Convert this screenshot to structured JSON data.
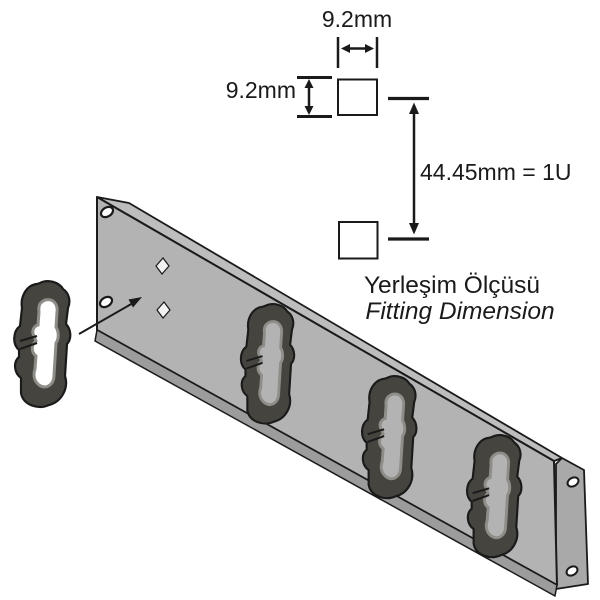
{
  "title": "Cable management rack panel — fitting dimension diagram",
  "labels": {
    "dim_width": "9.2mm",
    "dim_height": "9.2mm",
    "dim_unit": "44.45mm = 1U",
    "caption_tr": "Yerleşim Ölçüsü",
    "caption_en": "Fitting Dimension"
  },
  "colors": {
    "background": "#ffffff",
    "line": "#1a1a1a",
    "text": "#1a1a1a",
    "panel_face": "#b3b3b3",
    "panel_edge_top": "#bdbdbd",
    "panel_back": "#a9a9a9",
    "panel_hem": "#9c9c9c",
    "ring_dark": "#46443f",
    "ring_lip": "#8f8d88",
    "hole_fill": "#ffffff",
    "square_hole_fill": "#f2f2f2"
  }
}
